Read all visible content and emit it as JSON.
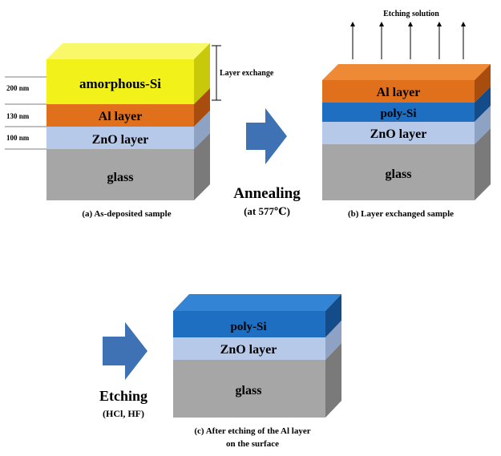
{
  "panel_a": {
    "layers": [
      "amorphous-Si",
      "Al layer",
      "ZnO layer",
      "glass"
    ],
    "thickness": [
      "200 nm",
      "130 nm",
      "100 nm"
    ],
    "annotation": "Layer exchange",
    "caption": "(a) As-deposited sample"
  },
  "process_1": {
    "title": "Annealing",
    "condition": "(at 577℃)"
  },
  "panel_b": {
    "top_label": "Etching solution",
    "layers": [
      "Al layer",
      "poly-Si",
      "ZnO layer",
      "glass"
    ],
    "caption": "(b) Layer exchanged sample"
  },
  "process_2": {
    "title": "Etching",
    "condition": "(HCl, HF)"
  },
  "panel_c": {
    "layers": [
      "poly-Si",
      "ZnO layer",
      "glass"
    ],
    "caption_line1": "(c) After etching of the Al layer",
    "caption_line2": "on the surface"
  },
  "colors": {
    "amorphous_si": "#f2f21a",
    "al": "#e0701c",
    "poly_si": "#1e6fc2",
    "zno": "#b6c9e8",
    "glass": "#a6a6a6",
    "arrow": "#3e72b4"
  }
}
